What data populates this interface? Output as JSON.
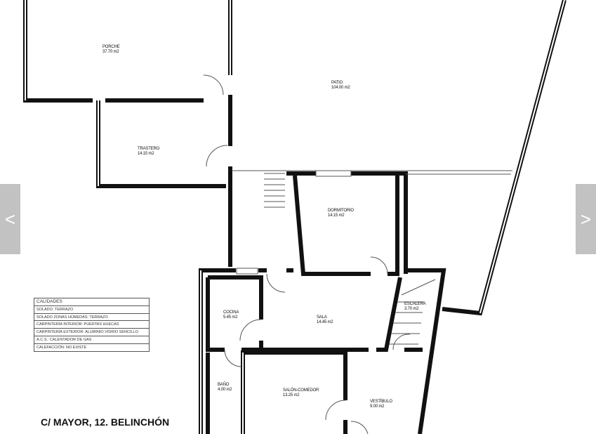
{
  "viewer": {
    "prev_label": "<",
    "next_label": ">"
  },
  "plan": {
    "title": "C/ MAYOR, 12. BELINCHÓN",
    "rooms": [
      {
        "name": "PORCHE",
        "area": "37.70 m2"
      },
      {
        "name": "PATIO",
        "area": "104.00 m2"
      },
      {
        "name": "TRASTERO",
        "area": "14.15 m2"
      },
      {
        "name": "DORMITORIO",
        "area": "14.15 m2"
      },
      {
        "name": "COCINA",
        "area": "5.45 m2"
      },
      {
        "name": "SALA",
        "area": "14.45 m2"
      },
      {
        "name": "ESCALERA",
        "area": "3.70 m2"
      },
      {
        "name": "BAÑO",
        "area": "4.00 m2"
      },
      {
        "name": "SALÓN-COMEDOR",
        "area": "13.25 m2"
      },
      {
        "name": "VESTÍBULO",
        "area": "9.00 m2"
      }
    ],
    "calidades": [
      "CALIDADES",
      "SOLADO: TERRAZO",
      "SOLADO ZONAS HÚMEDAS: TERRAZO",
      "CARPINTERÍA INTERIOR: PUERTAS HUECAS",
      "CARPINTERÍA EXTERIOR: ALUMINIO VIDRIO SENCILLO",
      "A.C.S.: CALENTADOR DE GAS",
      "CALEFACCIÓN: NO EXISTE"
    ]
  }
}
